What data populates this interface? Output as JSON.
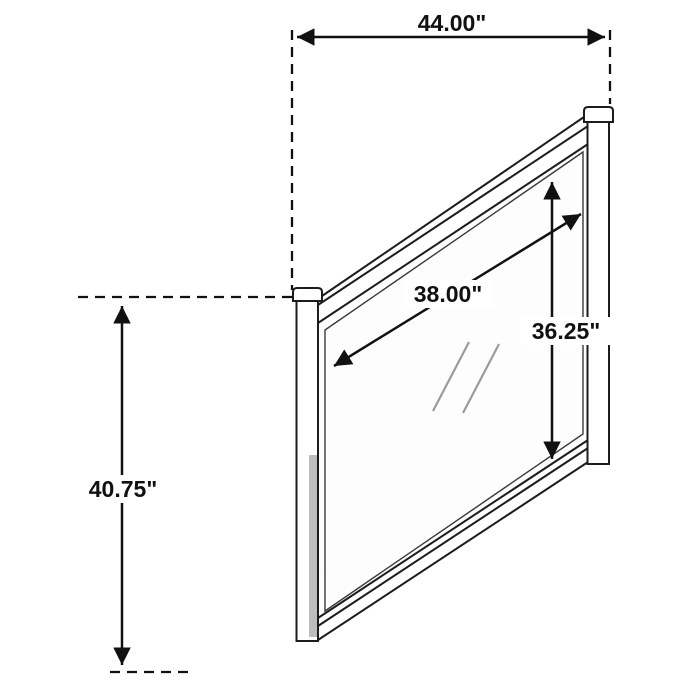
{
  "page": {
    "background": "#ffffff"
  },
  "drawing": {
    "subject": "mirror-dimension-diagram",
    "line_color": "#1c1c1c",
    "shade_color": "#bdbdbd",
    "glass_mark_color": "#8a8a8a"
  },
  "dimensions": {
    "overall_width": {
      "label": "44.00\"",
      "value_in": 44.0
    },
    "overall_height": {
      "label": "40.75\"",
      "value_in": 40.75
    },
    "mirror_width": {
      "label": "38.00\"",
      "value_in": 38.0
    },
    "mirror_height": {
      "label": "36.25\"",
      "value_in": 36.25
    }
  }
}
